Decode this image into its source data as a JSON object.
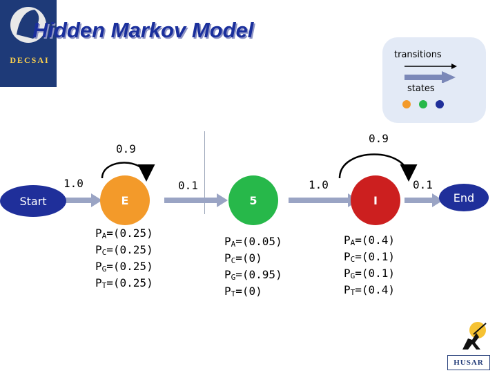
{
  "header": {
    "title": "Hidden Markov Model",
    "logo_text": "DECSAI"
  },
  "legend": {
    "transitions_label": "transitions",
    "states_label": "states",
    "colors": [
      "#f39a2a",
      "#27b84a",
      "#1f2f9a"
    ]
  },
  "nodes": {
    "start_label": "Start",
    "e_label": "E",
    "five_label": "5",
    "i_label": "I",
    "end_label": "End"
  },
  "edges": {
    "start_to_e": "1.0",
    "e_self": "0.9",
    "e_to_5": "0.1",
    "five_to_i": "1.0",
    "i_self": "0.9",
    "i_to_end": "0.1"
  },
  "emissions": {
    "E": [
      {
        "base": "A",
        "prob": "=(0.25)"
      },
      {
        "base": "C",
        "prob": "=(0.25)"
      },
      {
        "base": "G",
        "prob": "=(0.25)"
      },
      {
        "base": "T",
        "prob": "=(0.25)"
      }
    ],
    "5": [
      {
        "base": "A",
        "prob": "=(0.05)"
      },
      {
        "base": "C",
        "prob": "=(0)"
      },
      {
        "base": "G",
        "prob": "=(0.95)"
      },
      {
        "base": "T",
        "prob": "=(0)"
      }
    ],
    "I": [
      {
        "base": "A",
        "prob": "=(0.4)"
      },
      {
        "base": "C",
        "prob": "=(0.1)"
      },
      {
        "base": "G",
        "prob": "=(0.1)"
      },
      {
        "base": "T",
        "prob": "=(0.4)"
      }
    ]
  },
  "footer": {
    "husar_label": "HUSAR"
  }
}
